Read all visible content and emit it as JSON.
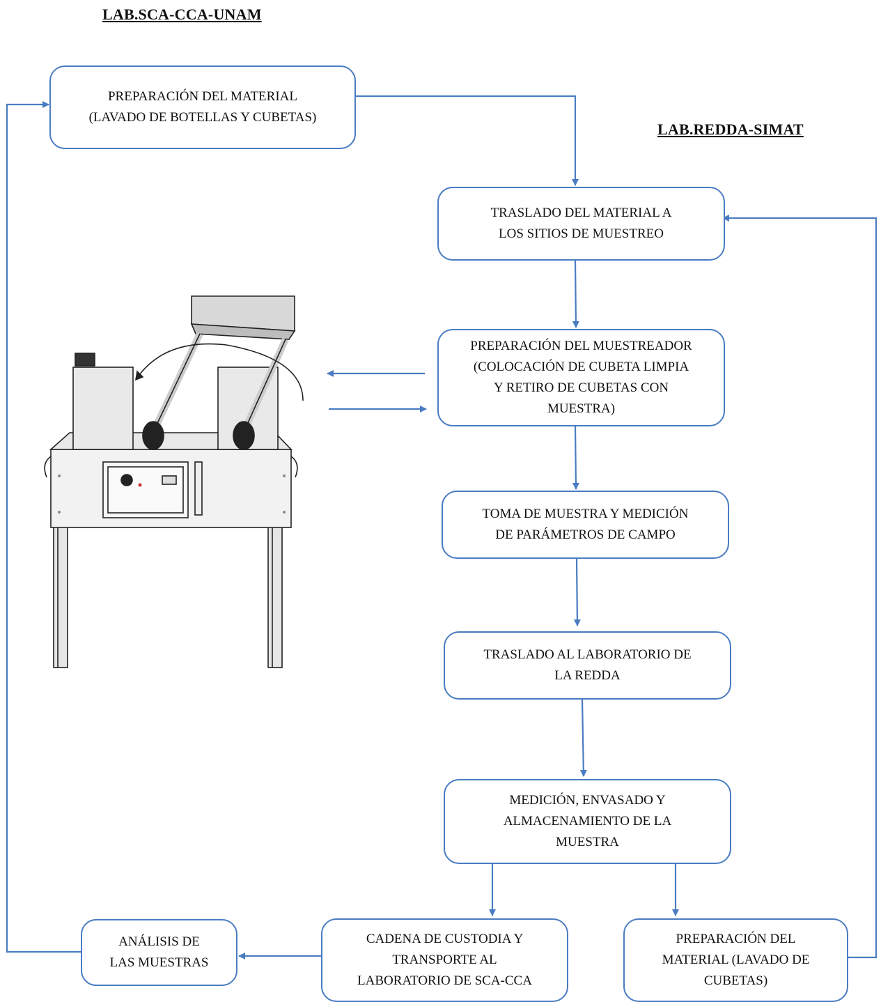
{
  "headings": {
    "sca": "LAB.SCA-CCA-UNAM",
    "redda": "LAB.REDDA-SIMAT"
  },
  "steps": {
    "prep_material": {
      "line1": "PREPARACIÓN DEL MATERIAL",
      "line2": "(LAVADO DE BOTELLAS Y CUBETAS)"
    },
    "traslado_material": {
      "line1": "TRASLADO DEL MATERIAL A",
      "line2": "LOS SITIOS DE MUESTREO"
    },
    "prep_muestreador": {
      "line1": "PREPARACIÓN DEL MUESTREADOR",
      "line2": "(COLOCACIÓN DE CUBETA LIMPIA",
      "line3": "Y RETIRO DE CUBETAS CON",
      "line4": "MUESTRA)"
    },
    "toma_muestra": {
      "line1": "TOMA DE MUESTRA Y MEDICIÓN",
      "line2": "DE PARÁMETROS DE CAMPO"
    },
    "traslado_lab": {
      "line1": "TRASLADO AL LABORATORIO DE",
      "line2": "LA REDDA"
    },
    "medicion": {
      "line1": "MEDICIÓN, ENVASADO Y",
      "line2": "ALMACENAMIENTO DE LA",
      "line3": "MUESTRA"
    },
    "cadena": {
      "line1": "CADENA DE CUSTODIA Y",
      "line2": "TRANSPORTE AL",
      "line3": "LABORATORIO DE SCA-CCA"
    },
    "analisis": {
      "line1": "ANÁLISIS DE",
      "line2": "LAS MUESTRAS"
    },
    "prep_cubetas": {
      "line1": "PREPARACIÓN DEL",
      "line2": "MATERIAL (LAVADO DE",
      "line3": "CUBETAS)"
    }
  },
  "colors": {
    "connector": "#4a7cc2",
    "box_border": "#4a7cc2"
  }
}
